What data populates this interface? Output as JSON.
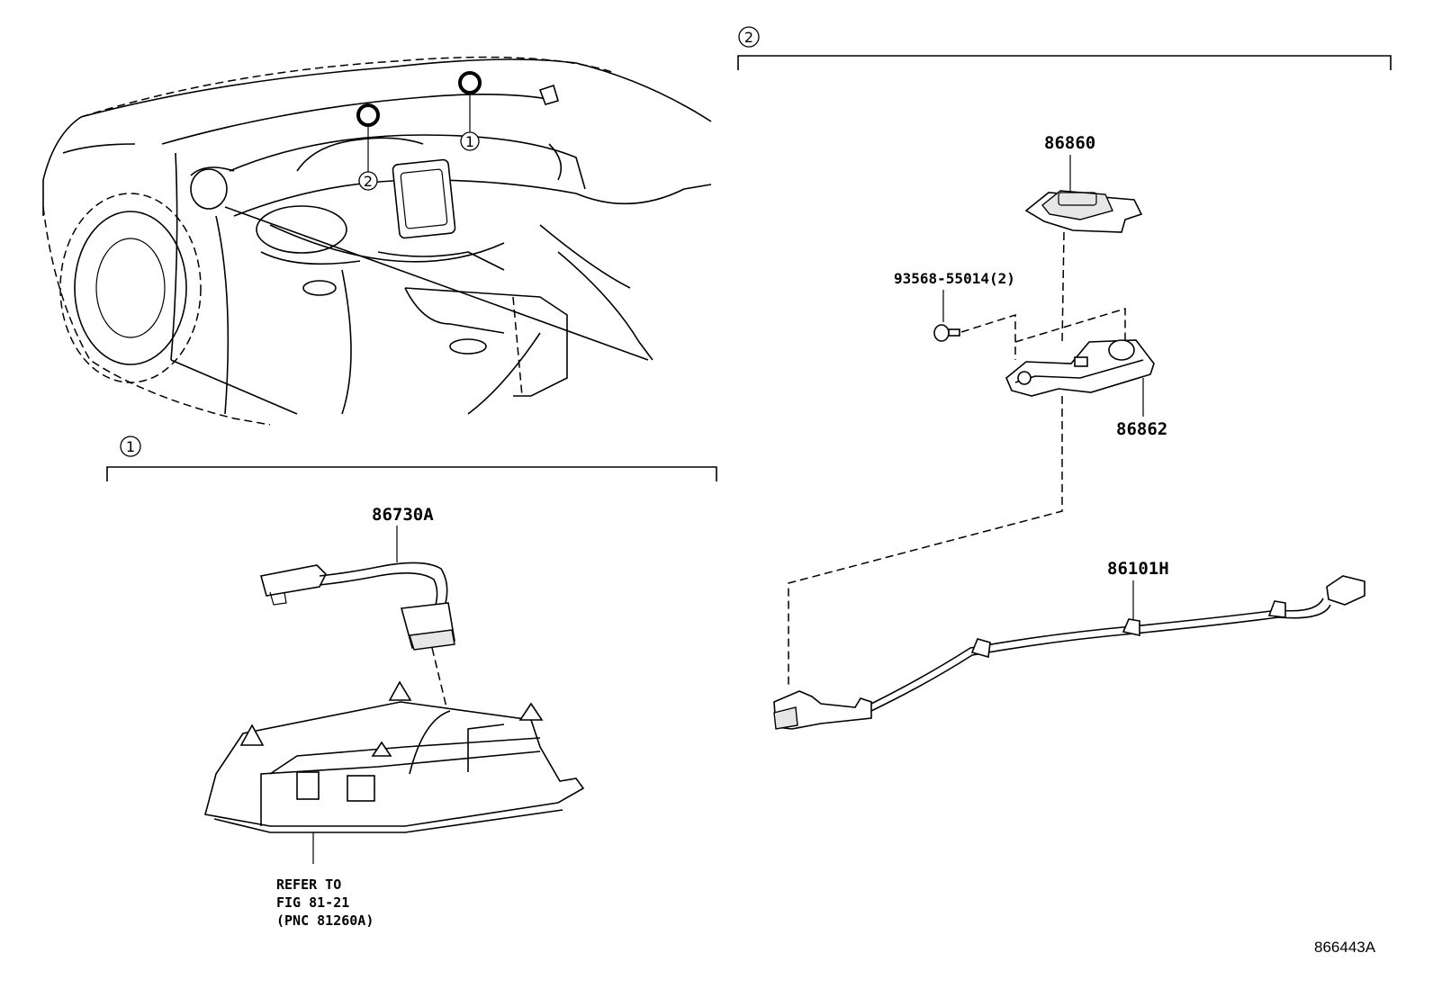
{
  "callouts": {
    "one": "1",
    "two": "2"
  },
  "parts": {
    "p86730A": "86730A",
    "p86860": "86860",
    "p93568": "93568-55014(2)",
    "p86862": "86862",
    "p86101H": "86101H"
  },
  "note": {
    "line1": "REFER TO",
    "line2": "FIG 81-21",
    "line3": "(PNC 81260A)"
  },
  "figure_id": "866443A"
}
